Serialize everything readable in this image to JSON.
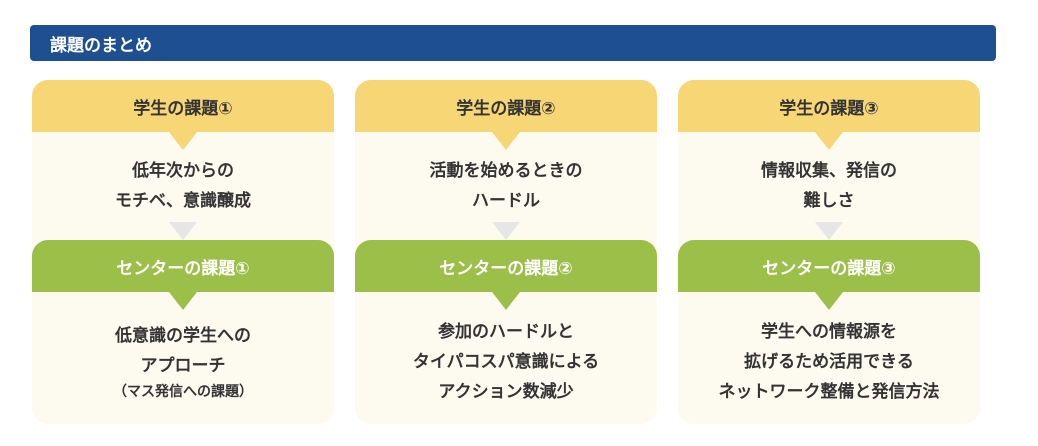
{
  "header": {
    "title": "課題のまとめ"
  },
  "columns": [
    {
      "student_title": "学生の課題①",
      "student_lines": [
        "低年次からの",
        "モチベ、意識醸成"
      ],
      "center_title": "センターの課題①",
      "center_lines": [
        "低意識の学生への",
        "アプローチ"
      ],
      "center_note": "（マス発信への課題）"
    },
    {
      "student_title": "学生の課題②",
      "student_lines": [
        "活動を始めるときの",
        "ハードル"
      ],
      "center_title": "センターの課題②",
      "center_lines": [
        "参加のハードルと",
        "タイパコスパ意識による",
        "アクション数減少"
      ]
    },
    {
      "student_title": "学生の課題③",
      "student_lines": [
        "情報収集、発信の",
        "難しさ"
      ],
      "center_title": "センターの課題③",
      "center_lines": [
        "学生への情報源を",
        "拡げるため活用できる",
        "ネットワーク整備と発信方法"
      ]
    }
  ],
  "colors": {
    "header": "#1d4f91",
    "student_header": "#f7d675",
    "center_header": "#9cbf4a",
    "panel_bg": "#fdfaf0"
  }
}
